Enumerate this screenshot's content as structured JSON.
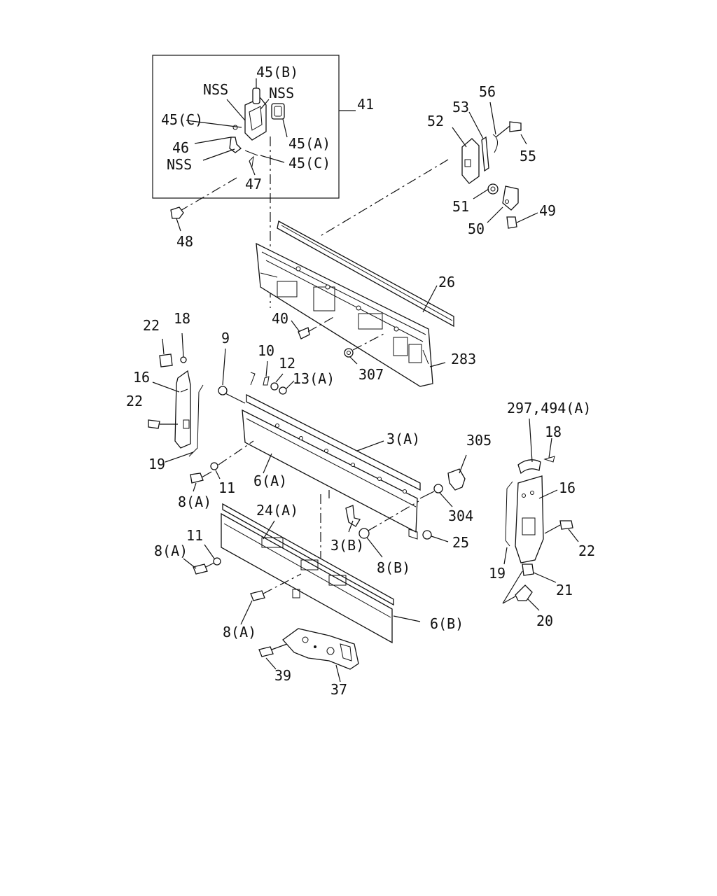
{
  "diagram": {
    "inset_box_label": "41",
    "labels": {
      "l_45B": "45(B)",
      "l_NSS1": "NSS",
      "l_NSS2": "NSS",
      "l_45C_1": "45(C)",
      "l_45A_inset": "45(A)",
      "l_46": "46",
      "l_NSS3": "NSS",
      "l_45C_2": "45(C)",
      "l_47": "47",
      "l_41": "41",
      "l_48": "48",
      "l_56": "56",
      "l_53": "53",
      "l_52": "52",
      "l_55": "55",
      "l_51": "51",
      "l_49": "49",
      "l_50": "50",
      "l_26": "26",
      "l_40": "40",
      "l_283": "283",
      "l_307": "307",
      "l_22a": "22",
      "l_18a": "18",
      "l_9": "9",
      "l_10": "10",
      "l_12": "12",
      "l_13A": "13(A)",
      "l_16a": "16",
      "l_22b": "22",
      "l_19a": "19",
      "l_3A": "3(A)",
      "l_297": "297,494(A)",
      "l_18b": "18",
      "l_305": "305",
      "l_16b": "16",
      "l_11a": "11",
      "l_6A": "6(A)",
      "l_8A_1": "8(A)",
      "l_304": "304",
      "l_24A": "24(A)",
      "l_22c": "22",
      "l_11b": "11",
      "l_8A_2": "8(A)",
      "l_3B": "3(B)",
      "l_25": "25",
      "l_8B": "8(B)",
      "l_19b": "19",
      "l_21": "21",
      "l_20": "20",
      "l_6B": "6(B)",
      "l_8A_3": "8(A)",
      "l_39": "39",
      "l_37": "37"
    }
  }
}
